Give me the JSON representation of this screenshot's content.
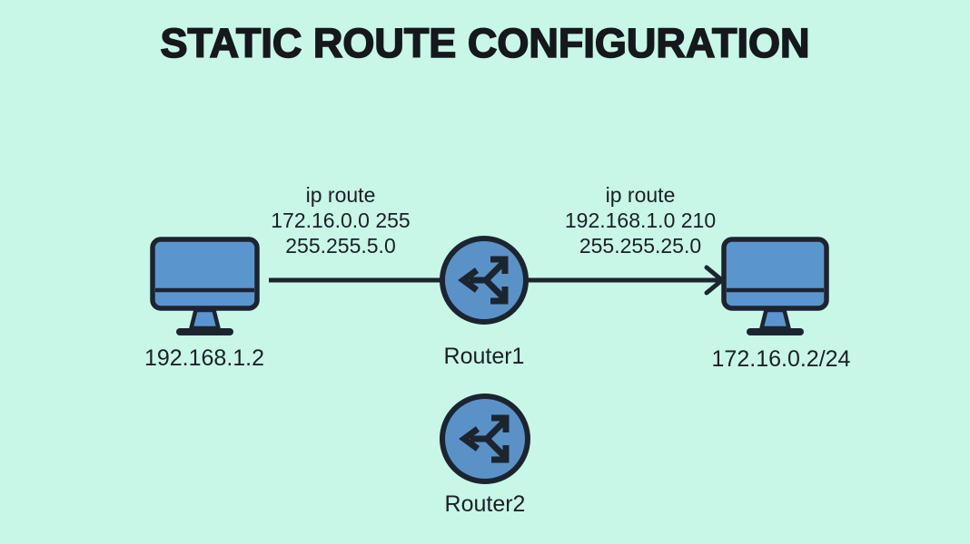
{
  "title": "STATIC ROUTE CONFIGURATION",
  "colors": {
    "background": "#c8f7e7",
    "device_fill": "#5b95ce",
    "router_fill": "#5a92c8",
    "outline": "#1c2430",
    "text": "#1b1f27"
  },
  "nodes": {
    "left_host": {
      "label": "192.168.1.2",
      "icon": "desktop-computer-icon"
    },
    "router1": {
      "label": "Router1",
      "icon": "router-icon"
    },
    "right_host": {
      "label": "172.16.0.2/24",
      "icon": "desktop-computer-icon"
    },
    "router2": {
      "label": "Router2",
      "icon": "router-icon"
    }
  },
  "links": {
    "left_route": {
      "lines": [
        "ip route",
        "172.16.0.0 255",
        "255.255.5.0"
      ]
    },
    "right_route": {
      "lines": [
        "ip route",
        "192.168.1.0 210",
        "255.255.25.0"
      ]
    }
  }
}
